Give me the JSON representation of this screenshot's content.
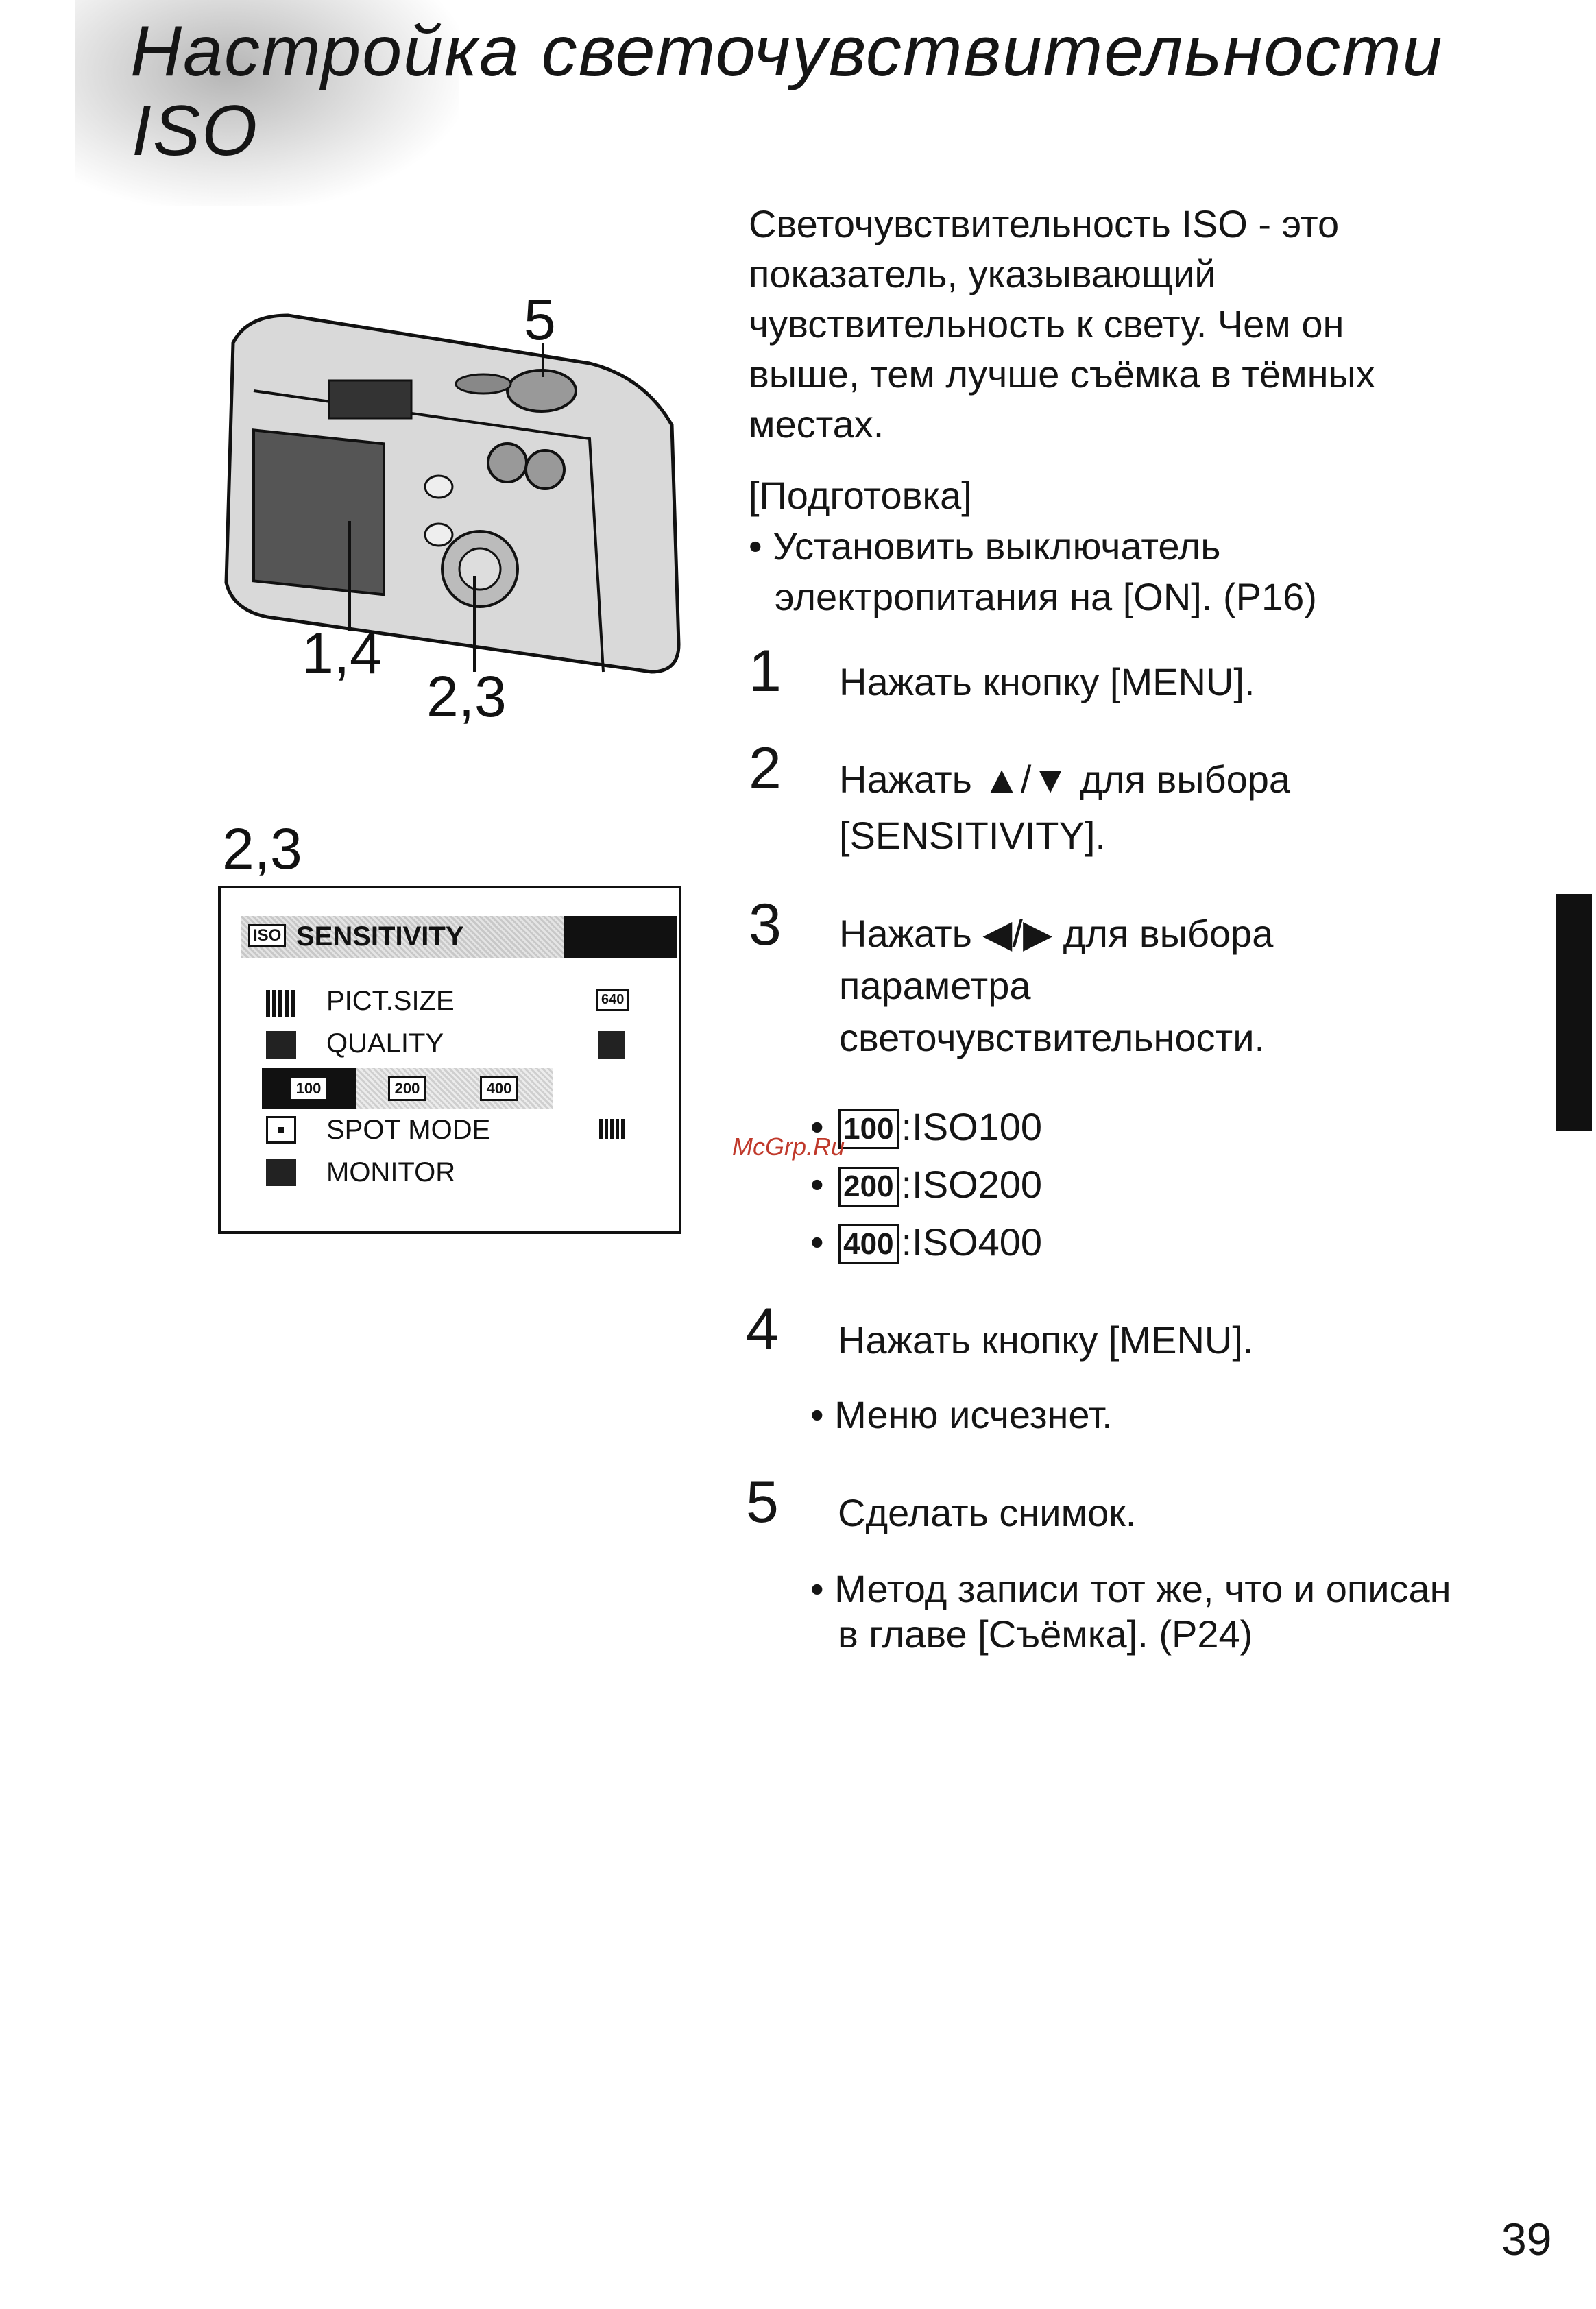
{
  "title": {
    "line1": "Настройка светочувствительности",
    "line2": "ISO"
  },
  "intro": {
    "lines": [
      "Светочувствительность ISO - это",
      "показатель, указывающий",
      "чувствительность к свету. Чем он",
      "выше, тем лучше съёмка в тёмных",
      "местах."
    ],
    "prep_heading": "[Подготовка]",
    "prep_bullet_line1": "Установить выключатель",
    "prep_bullet_line2": "электропитания на [ON]. (P16)"
  },
  "steps": [
    {
      "num": "1",
      "lines": [
        "Нажать кнопку [MENU]."
      ]
    },
    {
      "num": "2",
      "lines": [
        "Нажать ▲/▼ для  выбора",
        "[SENSITIVITY]."
      ]
    },
    {
      "num": "3",
      "lines": [
        "Нажать ◀/▶ для выбора",
        "параметра",
        "светочувствительности."
      ]
    },
    {
      "num": "4",
      "lines": [
        "Нажать кнопку [MENU]."
      ]
    },
    {
      "num": "5",
      "lines": [
        "Сделать снимок."
      ]
    }
  ],
  "iso_options": [
    {
      "box": "100",
      "label": ":ISO100"
    },
    {
      "box": "200",
      "label": ":ISO200"
    },
    {
      "box": "400",
      "label": ":ISO400"
    }
  ],
  "step4_note": "Меню исчезнет.",
  "step5_note_line1": "Метод записи тот же, что и описан",
  "step5_note_line2": "в главе [Съёмка]. (P24)",
  "camera_callouts": {
    "top": "5",
    "left": "1,4",
    "right": "2,3"
  },
  "menu_figure": {
    "caption": "2,3",
    "header_icon": "ISO",
    "header_label": "SENSITIVITY",
    "items": [
      {
        "label": "PICT.SIZE",
        "value": "640",
        "icon": "pict-size-icon"
      },
      {
        "label": "QUALITY",
        "icon": "quality-icon"
      },
      {
        "label": "SPOT MODE",
        "icon": "spot-mode-icon"
      },
      {
        "label": "MONITOR",
        "icon": "monitor-icon"
      }
    ],
    "iso_choices": [
      "100",
      "200",
      "400"
    ],
    "selected": "100"
  },
  "watermark": "McGrp.Ru",
  "page_number": "39"
}
